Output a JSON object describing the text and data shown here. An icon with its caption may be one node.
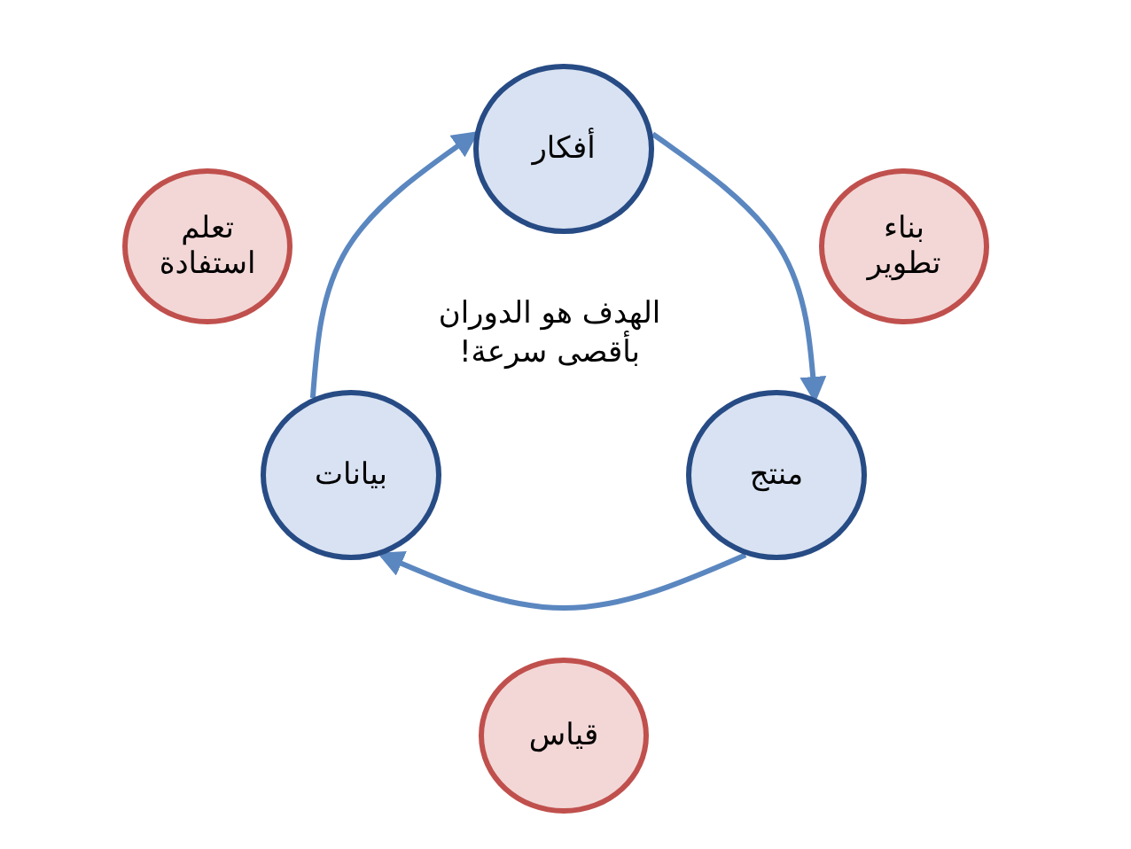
{
  "diagram": {
    "nodes": [
      {
        "text": [
          "أفكار"
        ]
      },
      {
        "text": [
          "تعلم استفادة"
        ]
      },
      {
        "text": [
          "بناء تطوير"
        ]
      },
      {
        "text": [
          "بيانات"
        ]
      },
      {
        "text": [
          "منتج"
        ]
      },
      {
        "text": [
          "قياس"
        ]
      }
    ],
    "edges": [
      {
        "from": 3,
        "to": 0,
        "arrow": "to"
      },
      {
        "from": 0,
        "to": 4,
        "arrow": "to"
      },
      {
        "from": 4,
        "to": 3,
        "arrow": "to"
      }
    ],
    "labels": [
      "الهدف هو الدوران بأقصى سرعة!"
    ]
  }
}
